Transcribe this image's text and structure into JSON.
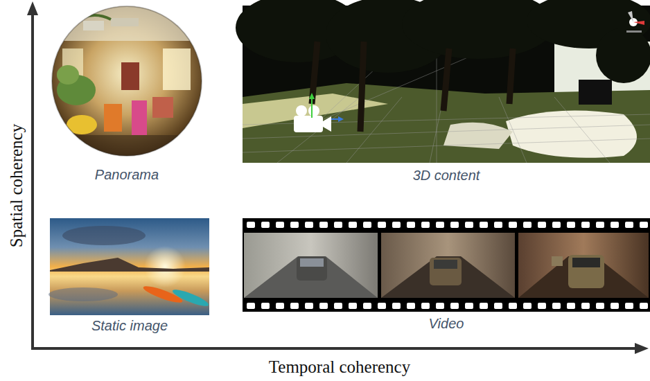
{
  "diagram": {
    "nodes": [
      {
        "text": [
          "Panorama"
        ]
      },
      {
        "text": [
          "3D content"
        ]
      },
      {
        "text": [
          "Static image"
        ]
      },
      {
        "text": [
          "Video"
        ]
      }
    ],
    "labels": [
      "Spatial coherency",
      "Temporal coherency"
    ]
  }
}
